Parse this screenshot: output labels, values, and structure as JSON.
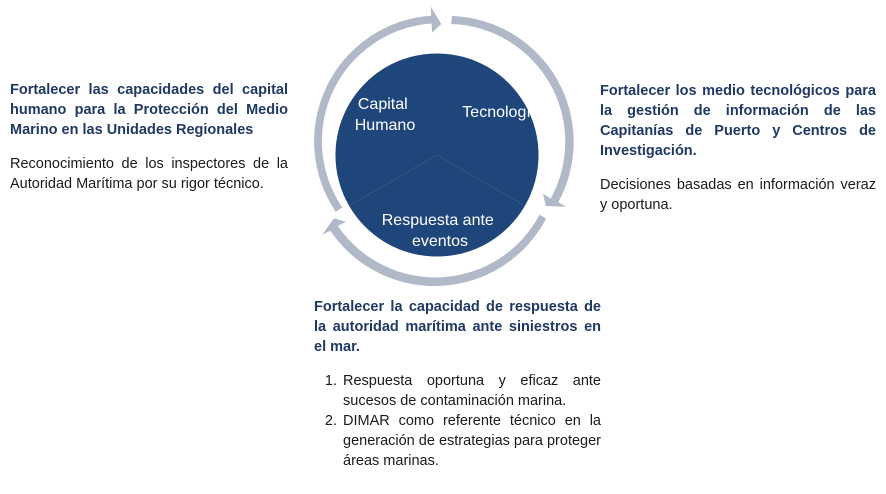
{
  "diagram": {
    "segments": [
      {
        "lines": [
          "Capital",
          "Humano"
        ]
      },
      {
        "lines": [
          "Tecnología"
        ]
      },
      {
        "lines": [
          "Respuesta ante",
          "eventos"
        ]
      }
    ],
    "colors": {
      "segment_fill": "#1f467a",
      "arrow_ring": "#b1b9c9",
      "heading_text": "#1f3864"
    }
  },
  "left_block": {
    "heading": "Fortalecer las capacidades del capital humano para la Protección del Medio Marino en las Unidades Regionales",
    "body": "Reconocimiento de los inspectores de la Autoridad Marítima por su rigor técnico."
  },
  "right_block": {
    "heading": "Fortalecer los medio tecnológicos para la gestión de información de las Capitanías de Puerto y Centros de Investigación.",
    "body": "Decisiones basadas en información veraz y oportuna."
  },
  "bottom_block": {
    "heading": "Fortalecer la capacidad de respuesta de la autoridad  marítima ante siniestros en el mar.",
    "items": [
      "Respuesta oportuna y eficaz ante sucesos de contaminación marina.",
      "DIMAR como referente técnico en la generación de estrategias para proteger áreas marinas."
    ]
  }
}
